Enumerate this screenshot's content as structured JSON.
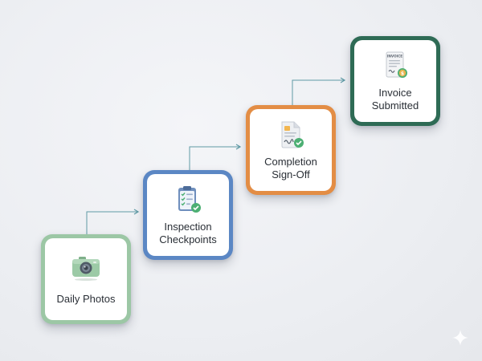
{
  "steps": [
    {
      "label": "Daily Photos",
      "icon": "camera-icon",
      "color": "#9cc7a5"
    },
    {
      "label": "Inspection\nCheckpoints",
      "icon": "clipboard-check-icon",
      "color": "#5b87c4"
    },
    {
      "label": "Completion\nSign-Off",
      "icon": "signed-document-icon",
      "color": "#e38d45"
    },
    {
      "label": "Invoice\nSubmitted",
      "icon": "invoice-icon",
      "color": "#2e6b55",
      "icon_text": "INVOICE"
    }
  ],
  "connector_color": "#5f9aa5",
  "watermark_icon": "sparkle-icon"
}
